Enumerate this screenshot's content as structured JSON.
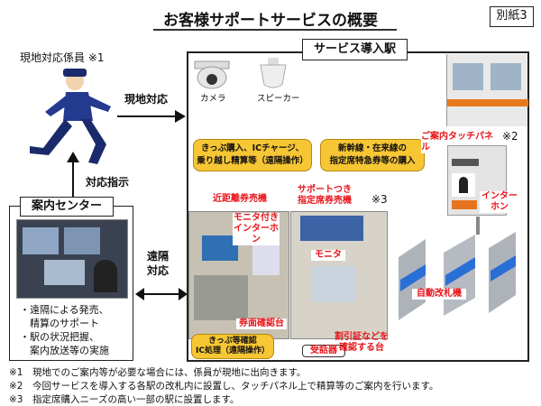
{
  "title": "お客様サポートサービスの概要",
  "annex": "別紙3",
  "staff_label": "現地対応係員 ※1",
  "onsite_label": "現地対応",
  "instruction_label": "対応指示",
  "remote_label_1": "遠隔",
  "remote_label_2": "対応",
  "center": {
    "title": "案内センター",
    "bullets": [
      "・遠隔による発売、",
      "　精算のサポート",
      "・駅の状況把握、",
      "　案内放送等の実施"
    ]
  },
  "station": {
    "title": "サービス導入駅",
    "camera": "カメラ",
    "speaker": "スピーカー",
    "callout_1": [
      "きっぷ購入、ICチャージ、",
      "乗り越し精算等（遠隔操作）"
    ],
    "callout_2": [
      "新幹線・在来線の",
      "指定席特急券等の購入"
    ],
    "short_machine": "近距離券売機",
    "reserved_machine": [
      "サポートつき",
      "指定席券売機"
    ],
    "note3": "※3",
    "touch_panel": "ご案内タッチパネル",
    "note2": "※2",
    "intercom": [
      "インター",
      "ホン"
    ],
    "monitor_intercom": [
      "モニタ付き",
      "インターホン"
    ],
    "ticket_table": "券面確認台",
    "check_callout": [
      "きっぷ等確認",
      "IC処理（遠隔操作）"
    ],
    "monitor": "モニタ",
    "receiver": "受話器",
    "discount_table": [
      "割引証などを",
      "確認する台"
    ],
    "gates": "自動改札機"
  },
  "footnotes": [
    "※1　現地でのご案内等が必要な場合には、係員が現地に出向きます。",
    "※2　今回サービスを導入する各駅の改札内に設置し、タッチパネル上で精算等のご案内を行います。",
    "※3　指定席購入ニーズの高い一部の駅に設置します。"
  ]
}
